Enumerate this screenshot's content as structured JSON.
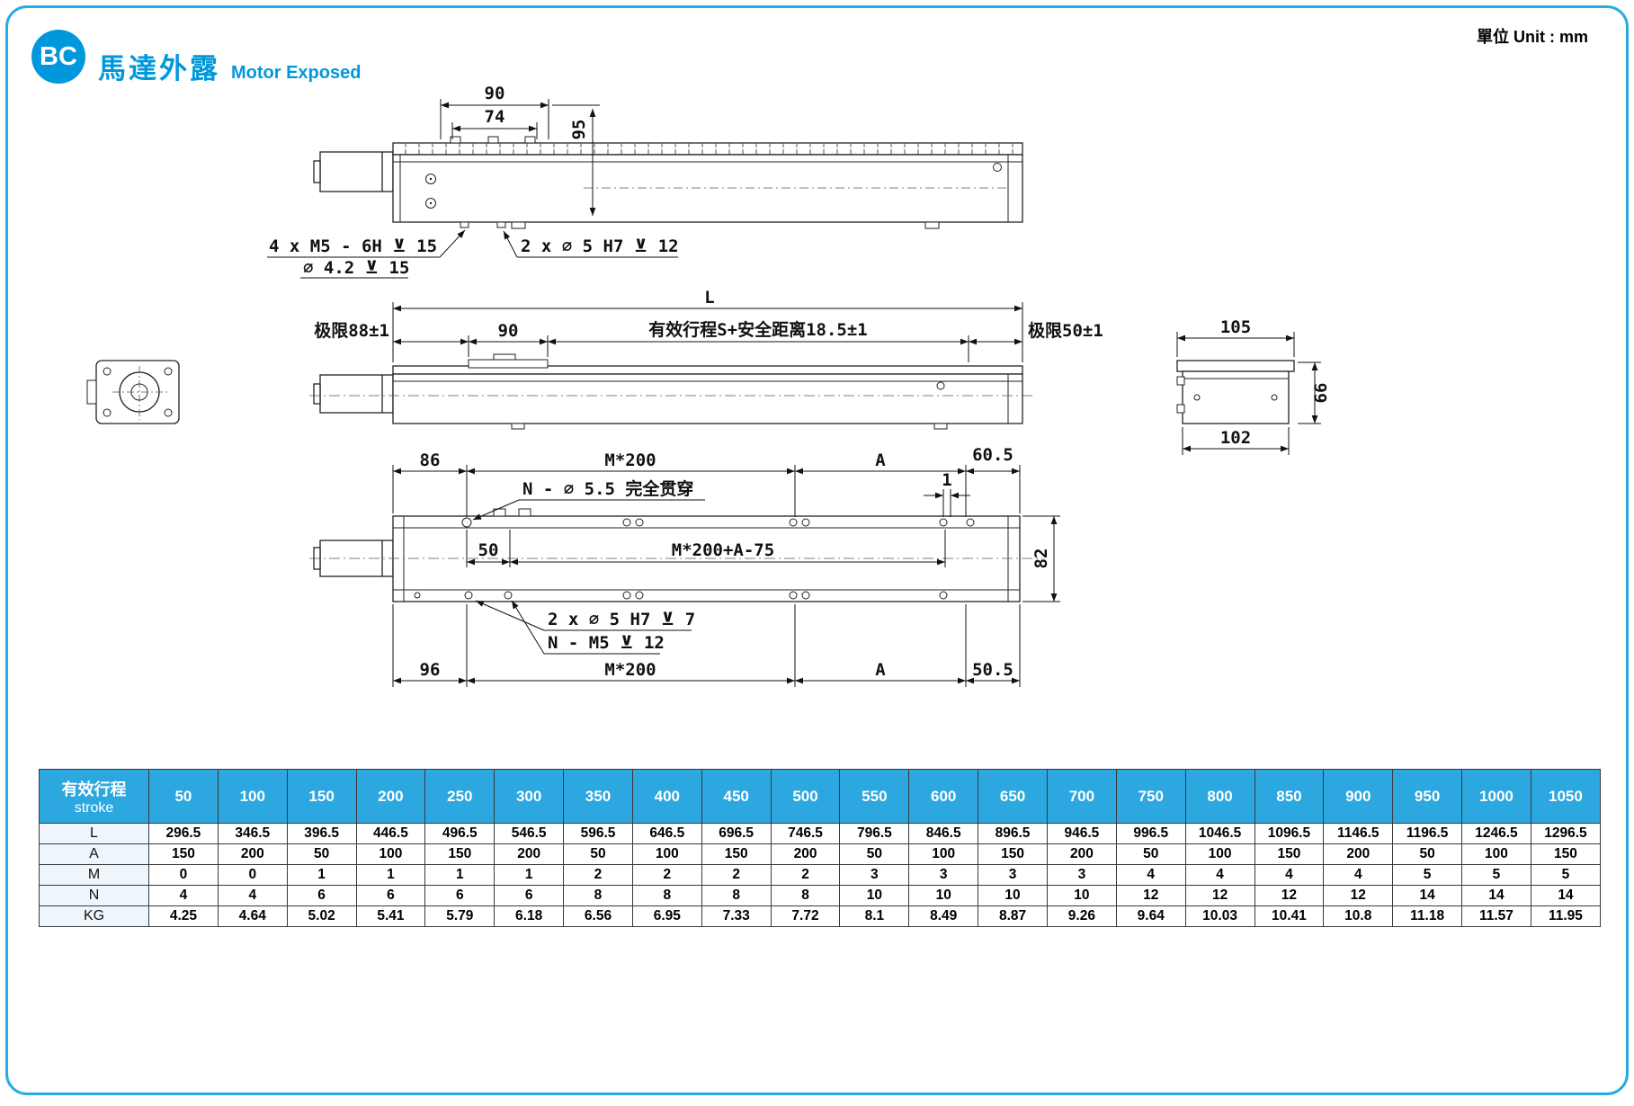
{
  "header": {
    "badge": "BC",
    "title_zh": "馬達外露",
    "title_en": "Motor Exposed",
    "unit_label": "單位 Unit : mm"
  },
  "colors": {
    "accent_blue": "#0098dc",
    "table_header_bg": "#2da7e0",
    "page_border": "#29abe2"
  },
  "drawing_top": {
    "dim_90": "90",
    "dim_74": "74",
    "dim_95": "95",
    "note_tap": "4 x M5 - 6H ⊻ 15",
    "note_cbore": "⌀ 4.2 ⊻ 15",
    "note_pin": "2 x ⌀ 5 H7 ⊻ 12"
  },
  "drawing_side": {
    "dim_L": "L",
    "dim_limit_left": "极限88±1",
    "dim_carriage": "90",
    "dim_travel": "有效行程S+安全距离18.5±1",
    "dim_limit_right": "极限50±1",
    "end_dim_top": "105",
    "end_dim_height": "66",
    "end_dim_bottom": "102"
  },
  "drawing_plan": {
    "dim_left_top": "86",
    "dim_pitch_top": "M*200",
    "dim_A_top": "A",
    "dim_right_top": "60.5",
    "note_through": "N - ⌀ 5.5 完全贯穿",
    "dim_one": "1",
    "dim_50": "50",
    "dim_formula": "M*200+A-75",
    "dim_82": "82",
    "note_pin": "2 x ⌀ 5 H7 ⊻ 7",
    "note_tap": "N - M5 ⊻ 12",
    "dim_left_bottom": "96",
    "dim_pitch_bottom": "M*200",
    "dim_A_bottom": "A",
    "dim_right_bottom": "50.5"
  },
  "table": {
    "corner_zh": "有效行程",
    "corner_en": "stroke",
    "strokes": [
      "50",
      "100",
      "150",
      "200",
      "250",
      "300",
      "350",
      "400",
      "450",
      "500",
      "550",
      "600",
      "650",
      "700",
      "750",
      "800",
      "850",
      "900",
      "950",
      "1000",
      "1050"
    ],
    "rows": [
      {
        "label": "L",
        "values": [
          "296.5",
          "346.5",
          "396.5",
          "446.5",
          "496.5",
          "546.5",
          "596.5",
          "646.5",
          "696.5",
          "746.5",
          "796.5",
          "846.5",
          "896.5",
          "946.5",
          "996.5",
          "1046.5",
          "1096.5",
          "1146.5",
          "1196.5",
          "1246.5",
          "1296.5"
        ]
      },
      {
        "label": "A",
        "values": [
          "150",
          "200",
          "50",
          "100",
          "150",
          "200",
          "50",
          "100",
          "150",
          "200",
          "50",
          "100",
          "150",
          "200",
          "50",
          "100",
          "150",
          "200",
          "50",
          "100",
          "150"
        ]
      },
      {
        "label": "M",
        "values": [
          "0",
          "0",
          "1",
          "1",
          "1",
          "1",
          "2",
          "2",
          "2",
          "2",
          "3",
          "3",
          "3",
          "3",
          "4",
          "4",
          "4",
          "4",
          "5",
          "5",
          "5"
        ]
      },
      {
        "label": "N",
        "values": [
          "4",
          "4",
          "6",
          "6",
          "6",
          "6",
          "8",
          "8",
          "8",
          "8",
          "10",
          "10",
          "10",
          "10",
          "12",
          "12",
          "12",
          "12",
          "14",
          "14",
          "14"
        ]
      },
      {
        "label": "KG",
        "values": [
          "4.25",
          "4.64",
          "5.02",
          "5.41",
          "5.79",
          "6.18",
          "6.56",
          "6.95",
          "7.33",
          "7.72",
          "8.1",
          "8.49",
          "8.87",
          "9.26",
          "9.64",
          "10.03",
          "10.41",
          "10.8",
          "11.18",
          "11.57",
          "11.95"
        ]
      }
    ]
  }
}
